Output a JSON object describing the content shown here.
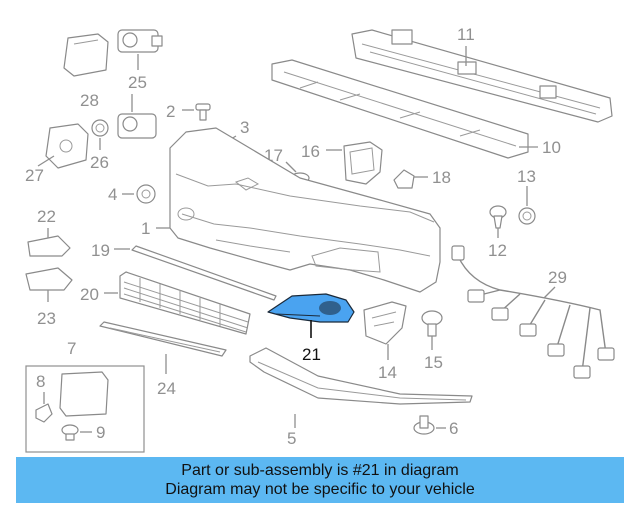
{
  "callouts": {
    "n1": "1",
    "n2": "2",
    "n3": "3",
    "n4": "4",
    "n5": "5",
    "n6": "6",
    "n7": "7",
    "n8": "8",
    "n9": "9",
    "n10": "10",
    "n11": "11",
    "n12": "12",
    "n13": "13",
    "n14": "14",
    "n15": "15",
    "n16": "16",
    "n17": "17",
    "n18": "18",
    "n19": "19",
    "n20": "20",
    "n21": "21",
    "n22": "22",
    "n23": "23",
    "n24": "24",
    "n25": "25",
    "n26": "26",
    "n27": "27",
    "n28": "28",
    "n29": "29"
  },
  "highlighted_part": "21",
  "colors": {
    "highlight": "#4aa3f0",
    "banner": "#5cb8f2",
    "outline": "#8a8a8a"
  },
  "banner": {
    "line1": "Part or sub-assembly is #21 in diagram",
    "line2": "Diagram may not be specific to your vehicle"
  }
}
